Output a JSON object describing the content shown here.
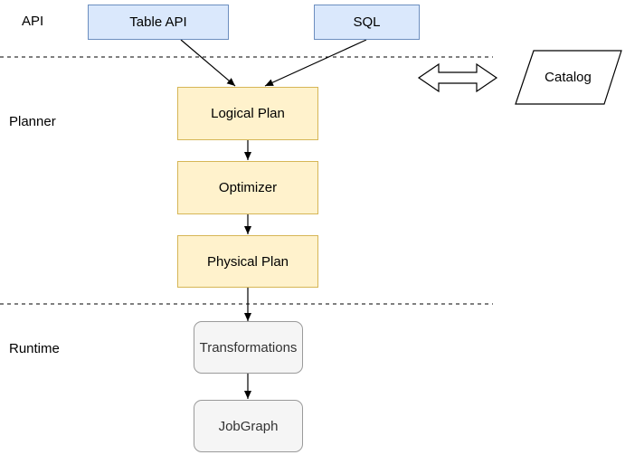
{
  "layers": {
    "api": "API",
    "planner": "Planner",
    "runtime": "Runtime"
  },
  "api": {
    "table_api": "Table API",
    "sql": "SQL"
  },
  "planner": {
    "logical_plan": "Logical Plan",
    "optimizer": "Optimizer",
    "physical_plan": "Physical Plan"
  },
  "runtime": {
    "transformations": "Transformations",
    "jobgraph": "JobGraph"
  },
  "catalog": {
    "label": "Catalog"
  },
  "colors": {
    "api_fill": "#dae8fc",
    "api_stroke": "#6c8ebf",
    "planner_fill": "#fff2cc",
    "planner_stroke": "#d6b656",
    "runtime_fill": "#f5f5f5",
    "runtime_stroke": "#9a9a9a"
  }
}
